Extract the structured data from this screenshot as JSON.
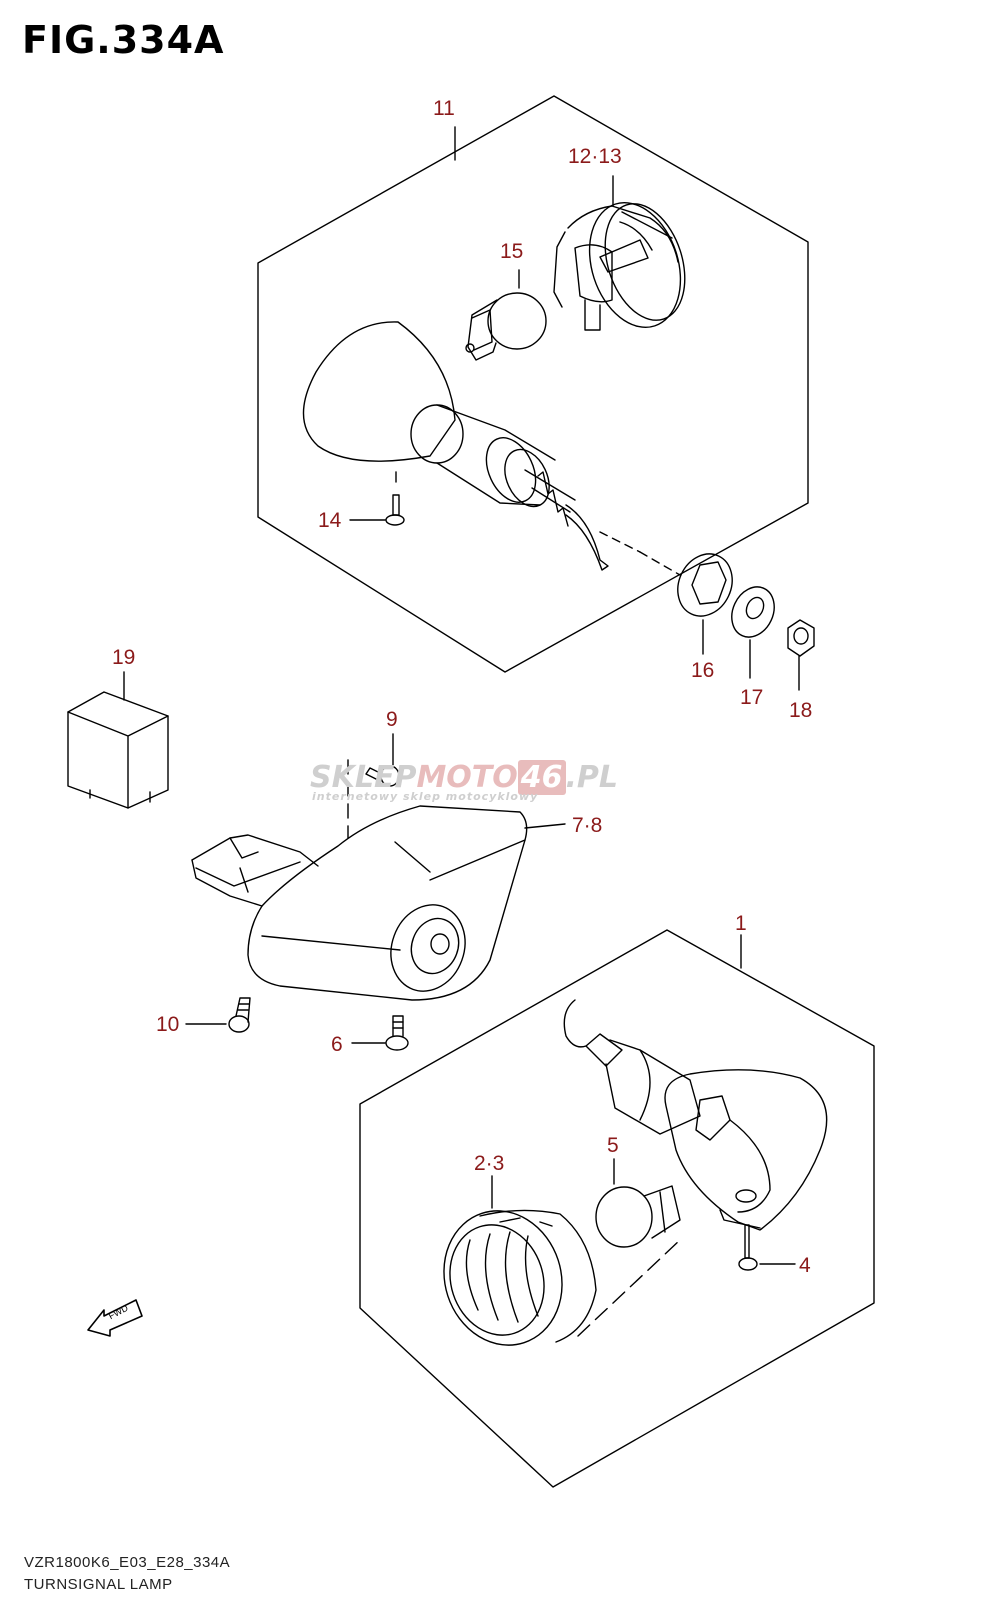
{
  "figure": {
    "title": "FIG.334A"
  },
  "watermark": {
    "brand_a": "SKLEP",
    "brand_b": "MOTO",
    "brand_c": "46",
    "brand_d": ".PL",
    "tagline": "internetowy sklep motocyklowy"
  },
  "callouts": {
    "c1": "1",
    "c2_3": "2·3",
    "c4": "4",
    "c5": "5",
    "c6": "6",
    "c7_8": "7·8",
    "c9": "9",
    "c10": "10",
    "c11": "11",
    "c12_13": "12·13",
    "c14": "14",
    "c15": "15",
    "c16": "16",
    "c17": "17",
    "c18": "18",
    "c19": "19"
  },
  "direction_marker": "FWD",
  "footer": {
    "model_code": "VZR1800K6_E03_E28_334A",
    "caption": "TURNSIGNAL LAMP"
  },
  "colors": {
    "callout": "#8b1a1a",
    "line": "#000000",
    "watermark": "#c9c9c9",
    "watermark_accent": "#e6b7b7"
  }
}
